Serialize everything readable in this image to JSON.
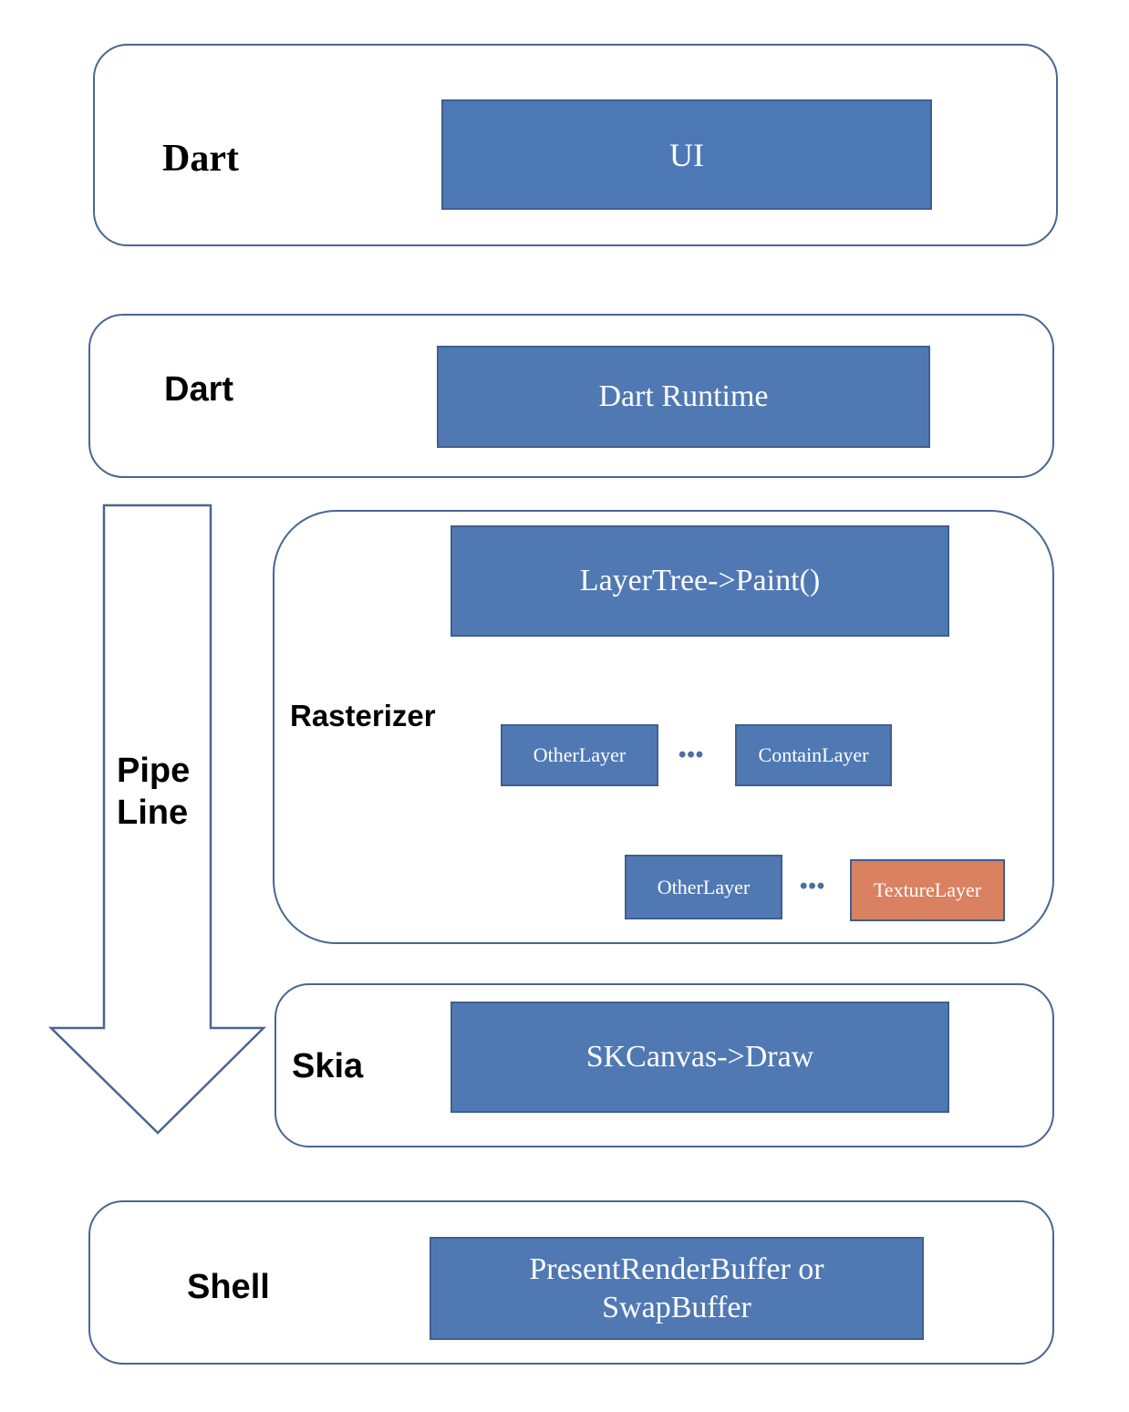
{
  "layers": {
    "ui": {
      "label": "Dart",
      "box": "UI"
    },
    "runtime": {
      "label": "Dart",
      "box": "Dart Runtime"
    },
    "rasterizer": {
      "label": "Rasterizer",
      "root": "LayerTree->Paint()",
      "children": [
        "OtherLayer",
        "ContainLayer"
      ],
      "grandchildren": [
        "OtherLayer",
        "TextureLayer"
      ],
      "ellipsis": "•••"
    },
    "skia": {
      "label": "Skia",
      "box": "SKCanvas->Draw"
    },
    "shell": {
      "label": "Shell",
      "box_line1": "PresentRenderBuffer or",
      "box_line2": "SwapBuffer"
    }
  },
  "pipeline_arrow": {
    "line1": "Pipe",
    "line2": "Line"
  },
  "colors": {
    "box_blue": "#5079b4",
    "highlight_orange": "#d98160",
    "outline": "#4a6690"
  }
}
